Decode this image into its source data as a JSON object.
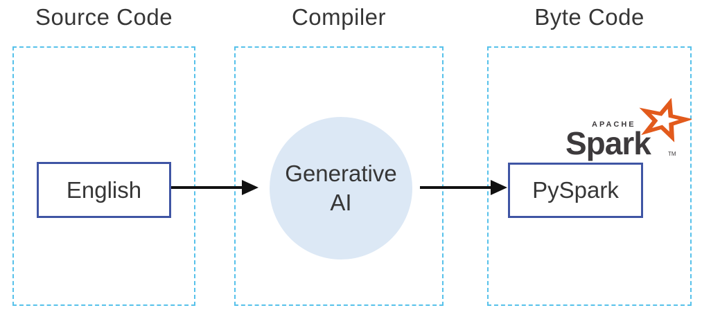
{
  "diagram": {
    "columns": [
      {
        "title": "Source Code",
        "node": {
          "shape": "rect",
          "label": "English"
        }
      },
      {
        "title": "Compiler",
        "node": {
          "shape": "circle",
          "label": "Generative AI"
        }
      },
      {
        "title": "Byte Code",
        "node": {
          "shape": "rect",
          "label": "PySpark"
        }
      }
    ],
    "spark_logo": {
      "apache": "APACHE",
      "spark": "Spark",
      "tm": "TM"
    }
  },
  "colors": {
    "dashed_border": "#56c1ea",
    "node_border": "#3f55a4",
    "node_fill": "#ffffff",
    "circle_fill": "#dce8f5",
    "arrow": "#111111",
    "text": "#363636",
    "logo_dark": "#3d3a3c",
    "star_orange": "#e25a1c"
  }
}
